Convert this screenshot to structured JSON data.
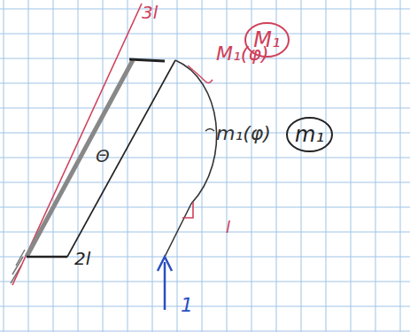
{
  "diagram": {
    "nodes": [
      {
        "text": [
          "M₁"
        ]
      },
      {
        "text": [
          "m₁"
        ]
      }
    ],
    "labels": [
      "3l",
      "M₁(φ)",
      "m₁(φ)",
      "Θ",
      "2l",
      "l",
      "1"
    ]
  }
}
